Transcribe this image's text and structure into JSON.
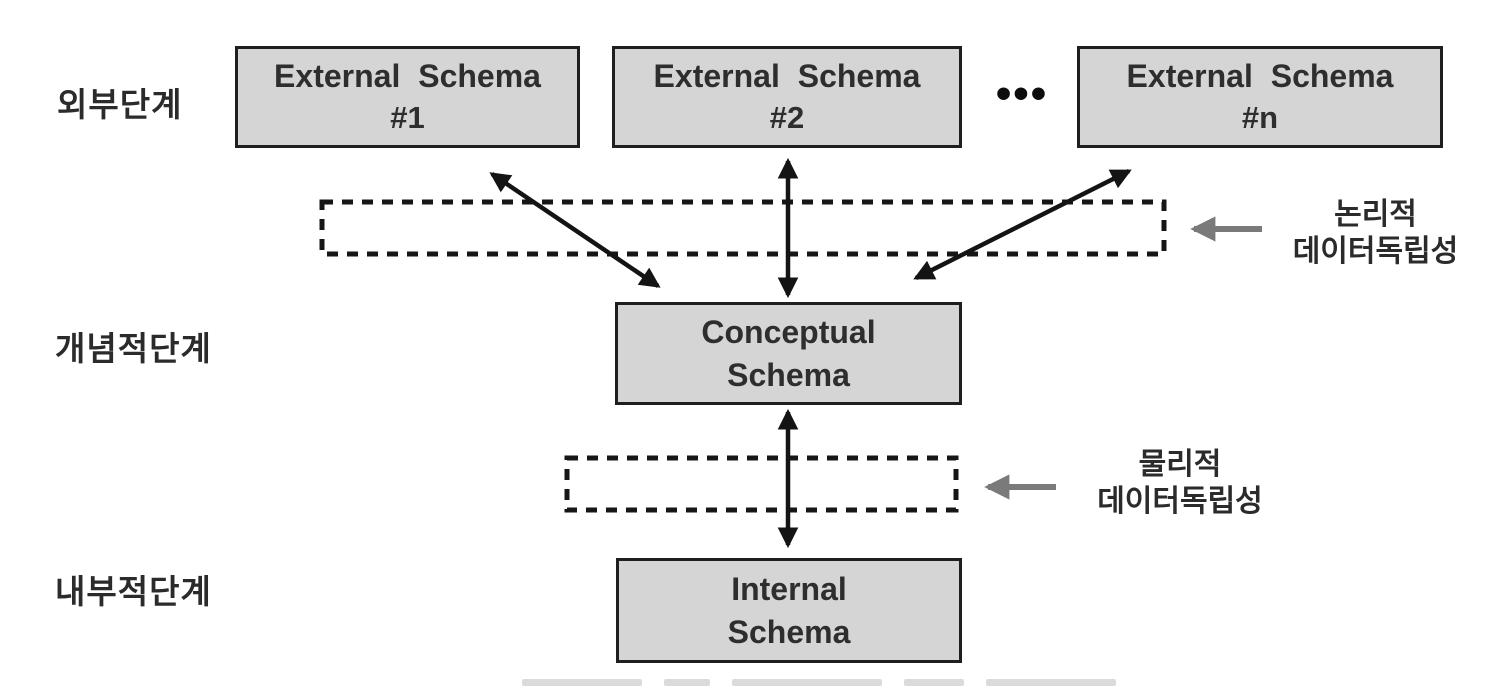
{
  "row_labels": {
    "external_level": "외부단계",
    "conceptual_level": "개념적단계",
    "internal_level": "내부적단계"
  },
  "boxes": {
    "external_1": {
      "title": "External Schema",
      "subtitle": "#1"
    },
    "external_2": {
      "title": "External Schema",
      "subtitle": "#2"
    },
    "external_n": {
      "title": "External Schema",
      "subtitle": "#n"
    },
    "conceptual": {
      "title": "Conceptual",
      "subtitle": "Schema"
    },
    "internal": {
      "title": "Internal",
      "subtitle": "Schema"
    }
  },
  "ellipsis": "•••",
  "independence_labels": {
    "logical": {
      "line1": "논리적",
      "line2": "데이터독립성"
    },
    "physical": {
      "line1": "물리적",
      "line2": "데이터독립성"
    }
  },
  "colors": {
    "box_fill": "#d5d5d5",
    "box_border": "#1f1f1f",
    "black_arrow": "#141414",
    "gray_arrow": "#7a7a7a",
    "dashed_border": "#161616",
    "label_text": "#2b2b2b"
  }
}
